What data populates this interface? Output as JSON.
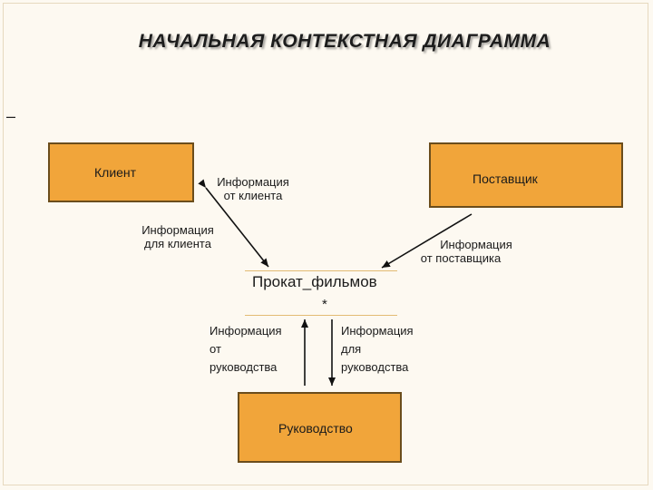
{
  "slide": {
    "title": "НАЧАЛЬНАЯ КОНТЕКСТНАЯ ДИАГРАММА",
    "bullet": "–",
    "colors": {
      "box_fill": "#f1a53a",
      "box_border": "#6b4d1c",
      "background": "#fdf9f1"
    }
  },
  "diagram": {
    "entities": {
      "client": "Клиент",
      "supplier": "Поставщик",
      "management": "Руководство"
    },
    "process": {
      "name": "Прокат_фильмов",
      "marker": "*"
    },
    "flows": {
      "from_client": [
        "Информация",
        "от клиента"
      ],
      "to_client": [
        "Информация",
        "для клиента"
      ],
      "from_supplier": [
        "Информация",
        "от поставщика"
      ],
      "from_management": [
        "Информация",
        "от",
        "руководства"
      ],
      "to_management": [
        "Информация",
        "для",
        "руководства"
      ]
    }
  }
}
